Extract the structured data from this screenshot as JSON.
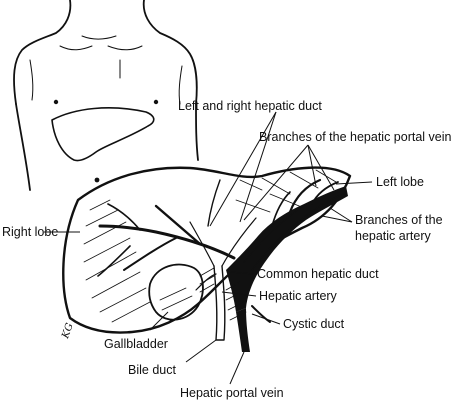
{
  "labels": {
    "left_right_hepatic_duct": "Left and right hepatic duct",
    "branches_portal_vein": "Branches of the hepatic portal vein",
    "left_lobe": "Left lobe",
    "branches_hepatic_artery_1": "Branches of the",
    "branches_hepatic_artery_2": "hepatic artery",
    "right_lobe": "Right lobe",
    "common_hepatic_duct": "Common hepatic duct",
    "hepatic_artery": "Hepatic artery",
    "cystic_duct": "Cystic duct",
    "gallbladder": "Gallbladder",
    "bile_duct": "Bile duct",
    "hepatic_portal_vein": "Hepatic portal vein"
  },
  "signature": "KG"
}
